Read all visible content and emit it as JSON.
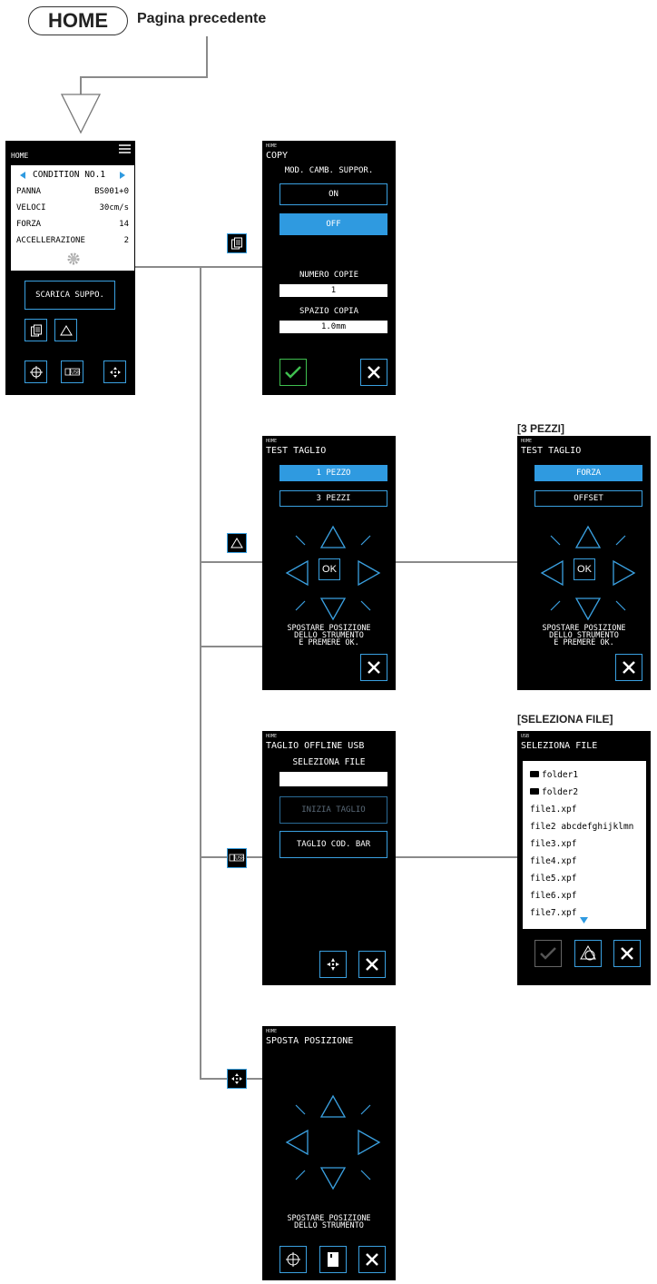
{
  "header": {
    "home_label": "HOME",
    "prev_label": "Pagina precedente"
  },
  "captions": {
    "three_pieces": "[3 PEZZI]",
    "select_file": "[SELEZIONA FILE]"
  },
  "home_screen": {
    "small_label": "HOME",
    "condition": "CONDITION NO.1",
    "rows": [
      {
        "label": "PANNA",
        "value": "BS001+0"
      },
      {
        "label": "VELOCI",
        "value": "30cm/s"
      },
      {
        "label": "FORZA",
        "value": "14"
      },
      {
        "label": "ACCELLERAZIONE",
        "value": "2"
      }
    ],
    "feed_button": "SCARICA SUPPO."
  },
  "copy_screen": {
    "small_label": "HOME",
    "title": "COPY",
    "mode_label": "MOD. CAMB. SUPPOR.",
    "on_label": "ON",
    "off_label": "OFF",
    "copies_label": "NUMERO COPIE",
    "copies_value": "1",
    "spacing_label": "SPAZIO COPIA",
    "spacing_value": "1.0mm"
  },
  "test_screen": {
    "small_label": "HOME",
    "title": "TEST TAGLIO",
    "btn1": "1 PEZZO",
    "btn2": "3 PEZZI",
    "ok_label": "OK",
    "instruction_lines": [
      "SPOSTARE POSIZIONE",
      "DELLO STRUMENTO",
      "E PREMERE OK."
    ]
  },
  "test_screen_3": {
    "small_label": "HOME",
    "title": "TEST TAGLIO",
    "btn1": "FORZA",
    "btn2": "OFFSET",
    "ok_label": "OK",
    "instruction_lines": [
      "SPOSTARE POSIZIONE",
      "DELLO STRUMENTO",
      "E PREMERE OK."
    ]
  },
  "usb_screen": {
    "small_label": "HOME",
    "title": "TAGLIO OFFLINE USB",
    "select_label": "SELEZIONA FILE",
    "start_button": "INIZIA TAGLIO",
    "barcode_button": "TAGLIO COD. BAR"
  },
  "file_screen": {
    "small_label": "USB",
    "title": "SELEZIONA FILE",
    "files": [
      {
        "name": "folder1",
        "is_folder": true
      },
      {
        "name": "folder2",
        "is_folder": true
      },
      {
        "name": "file1.xpf",
        "is_folder": false
      },
      {
        "name": "file2 abcdefghijklmn",
        "is_folder": false
      },
      {
        "name": "file3.xpf",
        "is_folder": false
      },
      {
        "name": "file4.xpf",
        "is_folder": false
      },
      {
        "name": "file5.xpf",
        "is_folder": false
      },
      {
        "name": "file6.xpf",
        "is_folder": false
      },
      {
        "name": "file7.xpf",
        "is_folder": false
      }
    ]
  },
  "move_screen": {
    "small_label": "HOME",
    "title": "SPOSTA POSIZIONE",
    "instruction_lines": [
      "SPOSTARE POSIZIONE",
      "DELLO STRUMENTO"
    ]
  },
  "colors": {
    "accent": "#3aa0e0",
    "filled": "#2f9ae0",
    "green": "#3fbf4f",
    "line": "#8a8a8a"
  }
}
